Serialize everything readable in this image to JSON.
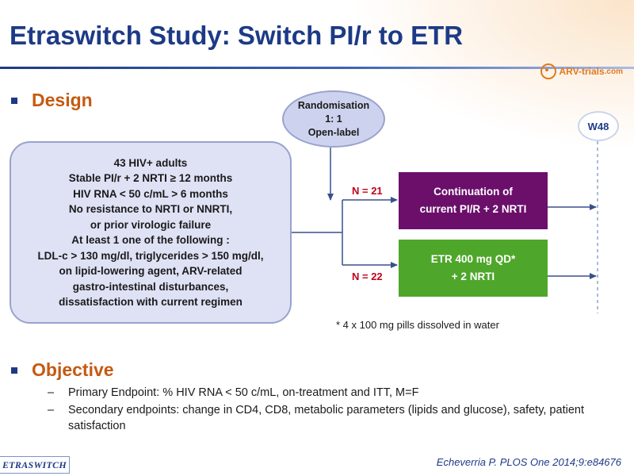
{
  "title": "Etraswitch Study: Switch PI/r to ETR",
  "logo": {
    "text": "ARV-trials",
    "domain": ".com",
    "color": "#e07a1f"
  },
  "design": {
    "heading": "Design",
    "criteria_lines": [
      "43 HIV+ adults",
      "Stable PI/r + 2 NRTI ≥ 12 months",
      "HIV RNA < 50 c/mL > 6 months",
      "No resistance to NRTI or NNRTI,",
      "or prior virologic failure",
      "At least 1 one of the following :",
      "LDL-c > 130 mg/dl, triglycerides > 150 mg/dl,",
      "on lipid-lowering agent,  ARV-related",
      "gastro-intestinal  disturbances,",
      "dissatisfaction  with current regimen"
    ],
    "randomisation_lines": [
      "Randomisation",
      "1: 1",
      "Open-label"
    ],
    "timepoint": "W48",
    "arms": [
      {
        "n_label": "N = 21",
        "lines": [
          "Continuation  of",
          "current  PI/R + 2 NRTI"
        ],
        "color": "#6b0f6b"
      },
      {
        "n_label": "N = 22",
        "lines": [
          "ETR 400 mg QD*",
          "+ 2 NRTI"
        ],
        "color": "#4ea72a"
      }
    ],
    "footnote": "* 4 x 100 mg pills dissolved in water"
  },
  "objective": {
    "heading": "Objective",
    "bullets": [
      {
        "marker": "–",
        "text": "Primary Endpoint: % HIV RNA < 50 c/mL, on-treatment and ITT, M=F"
      },
      {
        "marker": "–",
        "text": "Secondary endpoints: change in CD4, CD8, metabolic parameters (lipids and glucose), safety, patient satisfaction"
      }
    ]
  },
  "footer": {
    "study_tag": "ETRASWITCH",
    "citation": "Echeverria P. PLOS One 2014;9:e84676"
  },
  "colors": {
    "title": "#1d3a86",
    "section_heading": "#c55a11",
    "n_label": "#c0001a",
    "box_fill": "#dfe1f5"
  }
}
